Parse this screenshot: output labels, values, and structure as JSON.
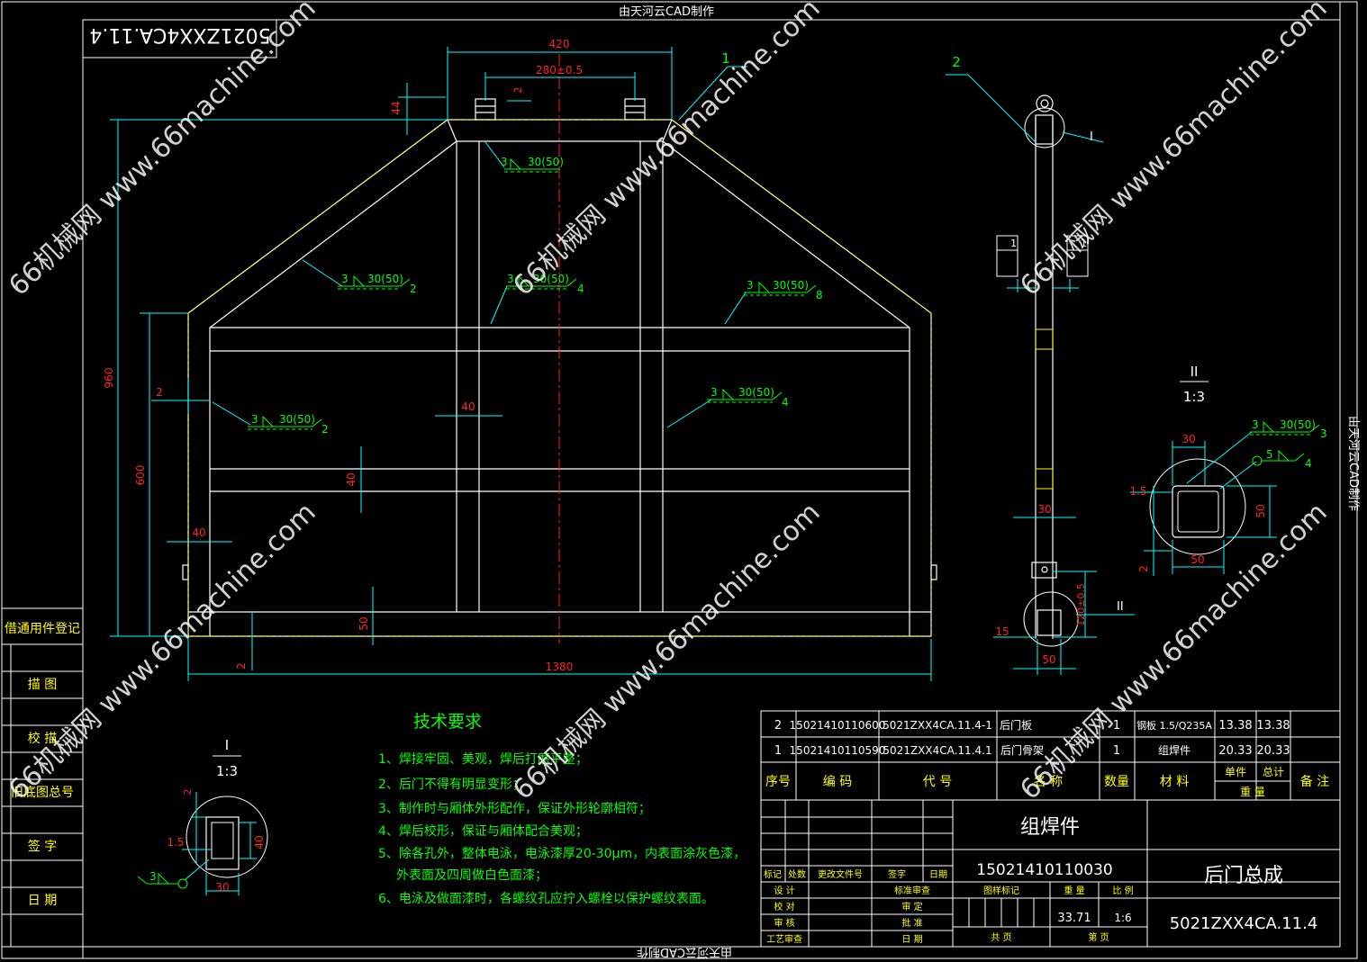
{
  "watermark": "66机械网 www.66machine.com",
  "header_credit": "由天河云CAD制作",
  "footer_credit": "由天河云CAD制作",
  "side_credit": "由天河云CAD制作",
  "drawing_code_mirrored": "5021ZXX4CA.11.4",
  "main_view": {
    "dims": {
      "top_width": "420",
      "hole_spacing": "280±0.5",
      "top_gap": "2",
      "top_height": "44",
      "total_height": "960",
      "lower_height": "600",
      "left_gap": "2",
      "post_width": "40",
      "rail_height": "40",
      "side_width": "40",
      "bottom_height": "50",
      "bottom_gap": "2",
      "total_width": "1380"
    },
    "welds": [
      {
        "size": "3",
        "len": "30(50)",
        "count": ""
      },
      {
        "size": "3",
        "len": "30(50)",
        "count": "2"
      },
      {
        "size": "3",
        "len": "30(50)",
        "count": "4"
      },
      {
        "size": "3",
        "len": "30(50)",
        "count": "8"
      },
      {
        "size": "3",
        "len": "30(50)",
        "count": "2"
      },
      {
        "size": "3",
        "len": "30(50)",
        "count": "4"
      }
    ],
    "part_label": "1"
  },
  "side_view": {
    "part_label": "2",
    "detail1_label": "I",
    "detail2_label": "II",
    "dim_30": "30",
    "dim_120": "120±0.5",
    "dim_15": "15",
    "dim_50": "50",
    "section_box": "1"
  },
  "detail_II": {
    "title": "II",
    "scale": "1:3",
    "weld_a": {
      "size": "3",
      "len": "30(50)",
      "count": "3"
    },
    "weld_b": {
      "size": "5",
      "count": "4"
    },
    "dim_30": "30",
    "dim_15": "1.5",
    "dim_50v": "50",
    "dim_2": "2",
    "dim_50h": "50"
  },
  "detail_I": {
    "title": "I",
    "scale": "1:3",
    "dim_2": "2",
    "dim_15": "1.5",
    "dim_40": "40",
    "dim_30": "30",
    "weld_size": "3"
  },
  "left_strip": [
    "借通用件登记",
    "描 图",
    "校 描",
    "旧底图总号",
    "签 字",
    "日 期"
  ],
  "tech": {
    "title": "技术要求",
    "items": [
      "1、焊接牢固、美观，焊后打磨平整；",
      "2、后门不得有明显变形；",
      "3、制作时与厢体外形配作，保证外形轮廓相符；",
      "4、焊后校形，保证与厢体配合美观；",
      "5、除各孔外，整体电泳，电泳漆厚20-30μm，内表面涂灰色漆，",
      "外表面及四周做白色面漆；",
      "6、电泳及做面漆时，各螺纹孔应拧入螺栓以保护螺纹表面。"
    ]
  },
  "bom": {
    "rows": [
      [
        "2",
        "15021410110600",
        "5021ZXX4CA.11.4-1",
        "后门板",
        "1",
        "钢板 1.5/Q235A",
        "13.38",
        "13.38",
        ""
      ],
      [
        "1",
        "15021410110590",
        "5021ZXX4CA.11.4.1",
        "后门骨架",
        "1",
        "组焊件",
        "20.33",
        "20.33",
        ""
      ]
    ],
    "headers": [
      "序号",
      "编 码",
      "代 号",
      "名 称",
      "数量",
      "材 料",
      "单件",
      "总计",
      "重 量",
      "备 注"
    ]
  },
  "title_block": {
    "type": "组焊件",
    "code": "15021410110030",
    "name": "后门总成",
    "drawing_no": "5021ZXX4CA.11.4",
    "weight": "33.71",
    "scale": "1:6",
    "revision_headers": [
      "标记",
      "处数",
      "更改文件号",
      "签字",
      "日期"
    ],
    "sign_rows": [
      [
        "设 计",
        "标准审查"
      ],
      [
        "校 对",
        "审 定"
      ],
      [
        "审 核",
        "批 准"
      ],
      [
        "工艺审查",
        "日 期"
      ]
    ],
    "stage_labels": [
      "图样标记",
      "重 量",
      "比 例"
    ],
    "sheet_labels": [
      "共 页",
      "第 页"
    ]
  }
}
